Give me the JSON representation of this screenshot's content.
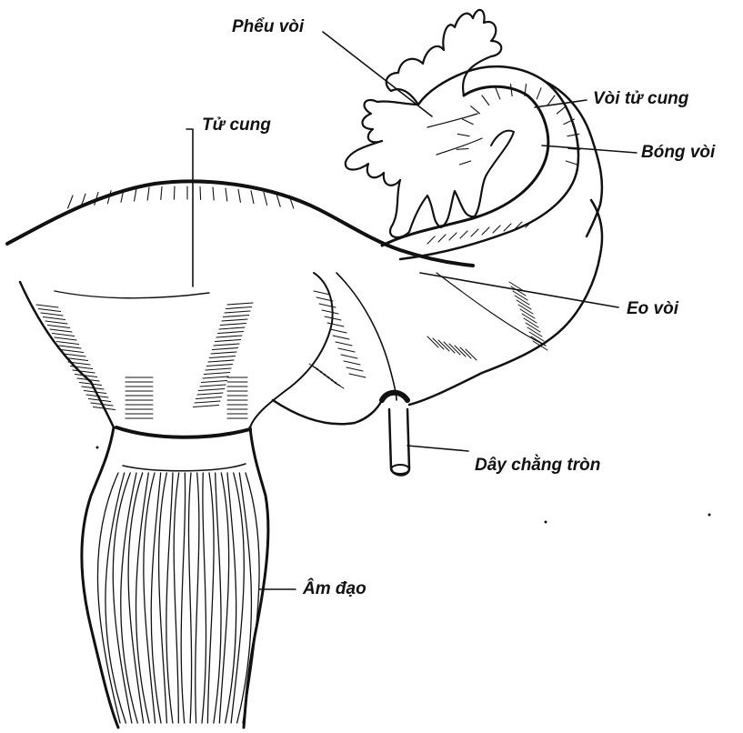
{
  "labels": {
    "phau_voi": "Phểu vòi",
    "tu_cung": "Tử cung",
    "voi_tu_cung": "Vòi tử cung",
    "bong_voi": "Bóng vòi",
    "eo_voi": "Eo vòi",
    "day_chang_tron": "Dây chằng tròn",
    "am_dao": "Âm đạo"
  },
  "colors": {
    "ink": "#111111",
    "paper": "#ffffff"
  }
}
